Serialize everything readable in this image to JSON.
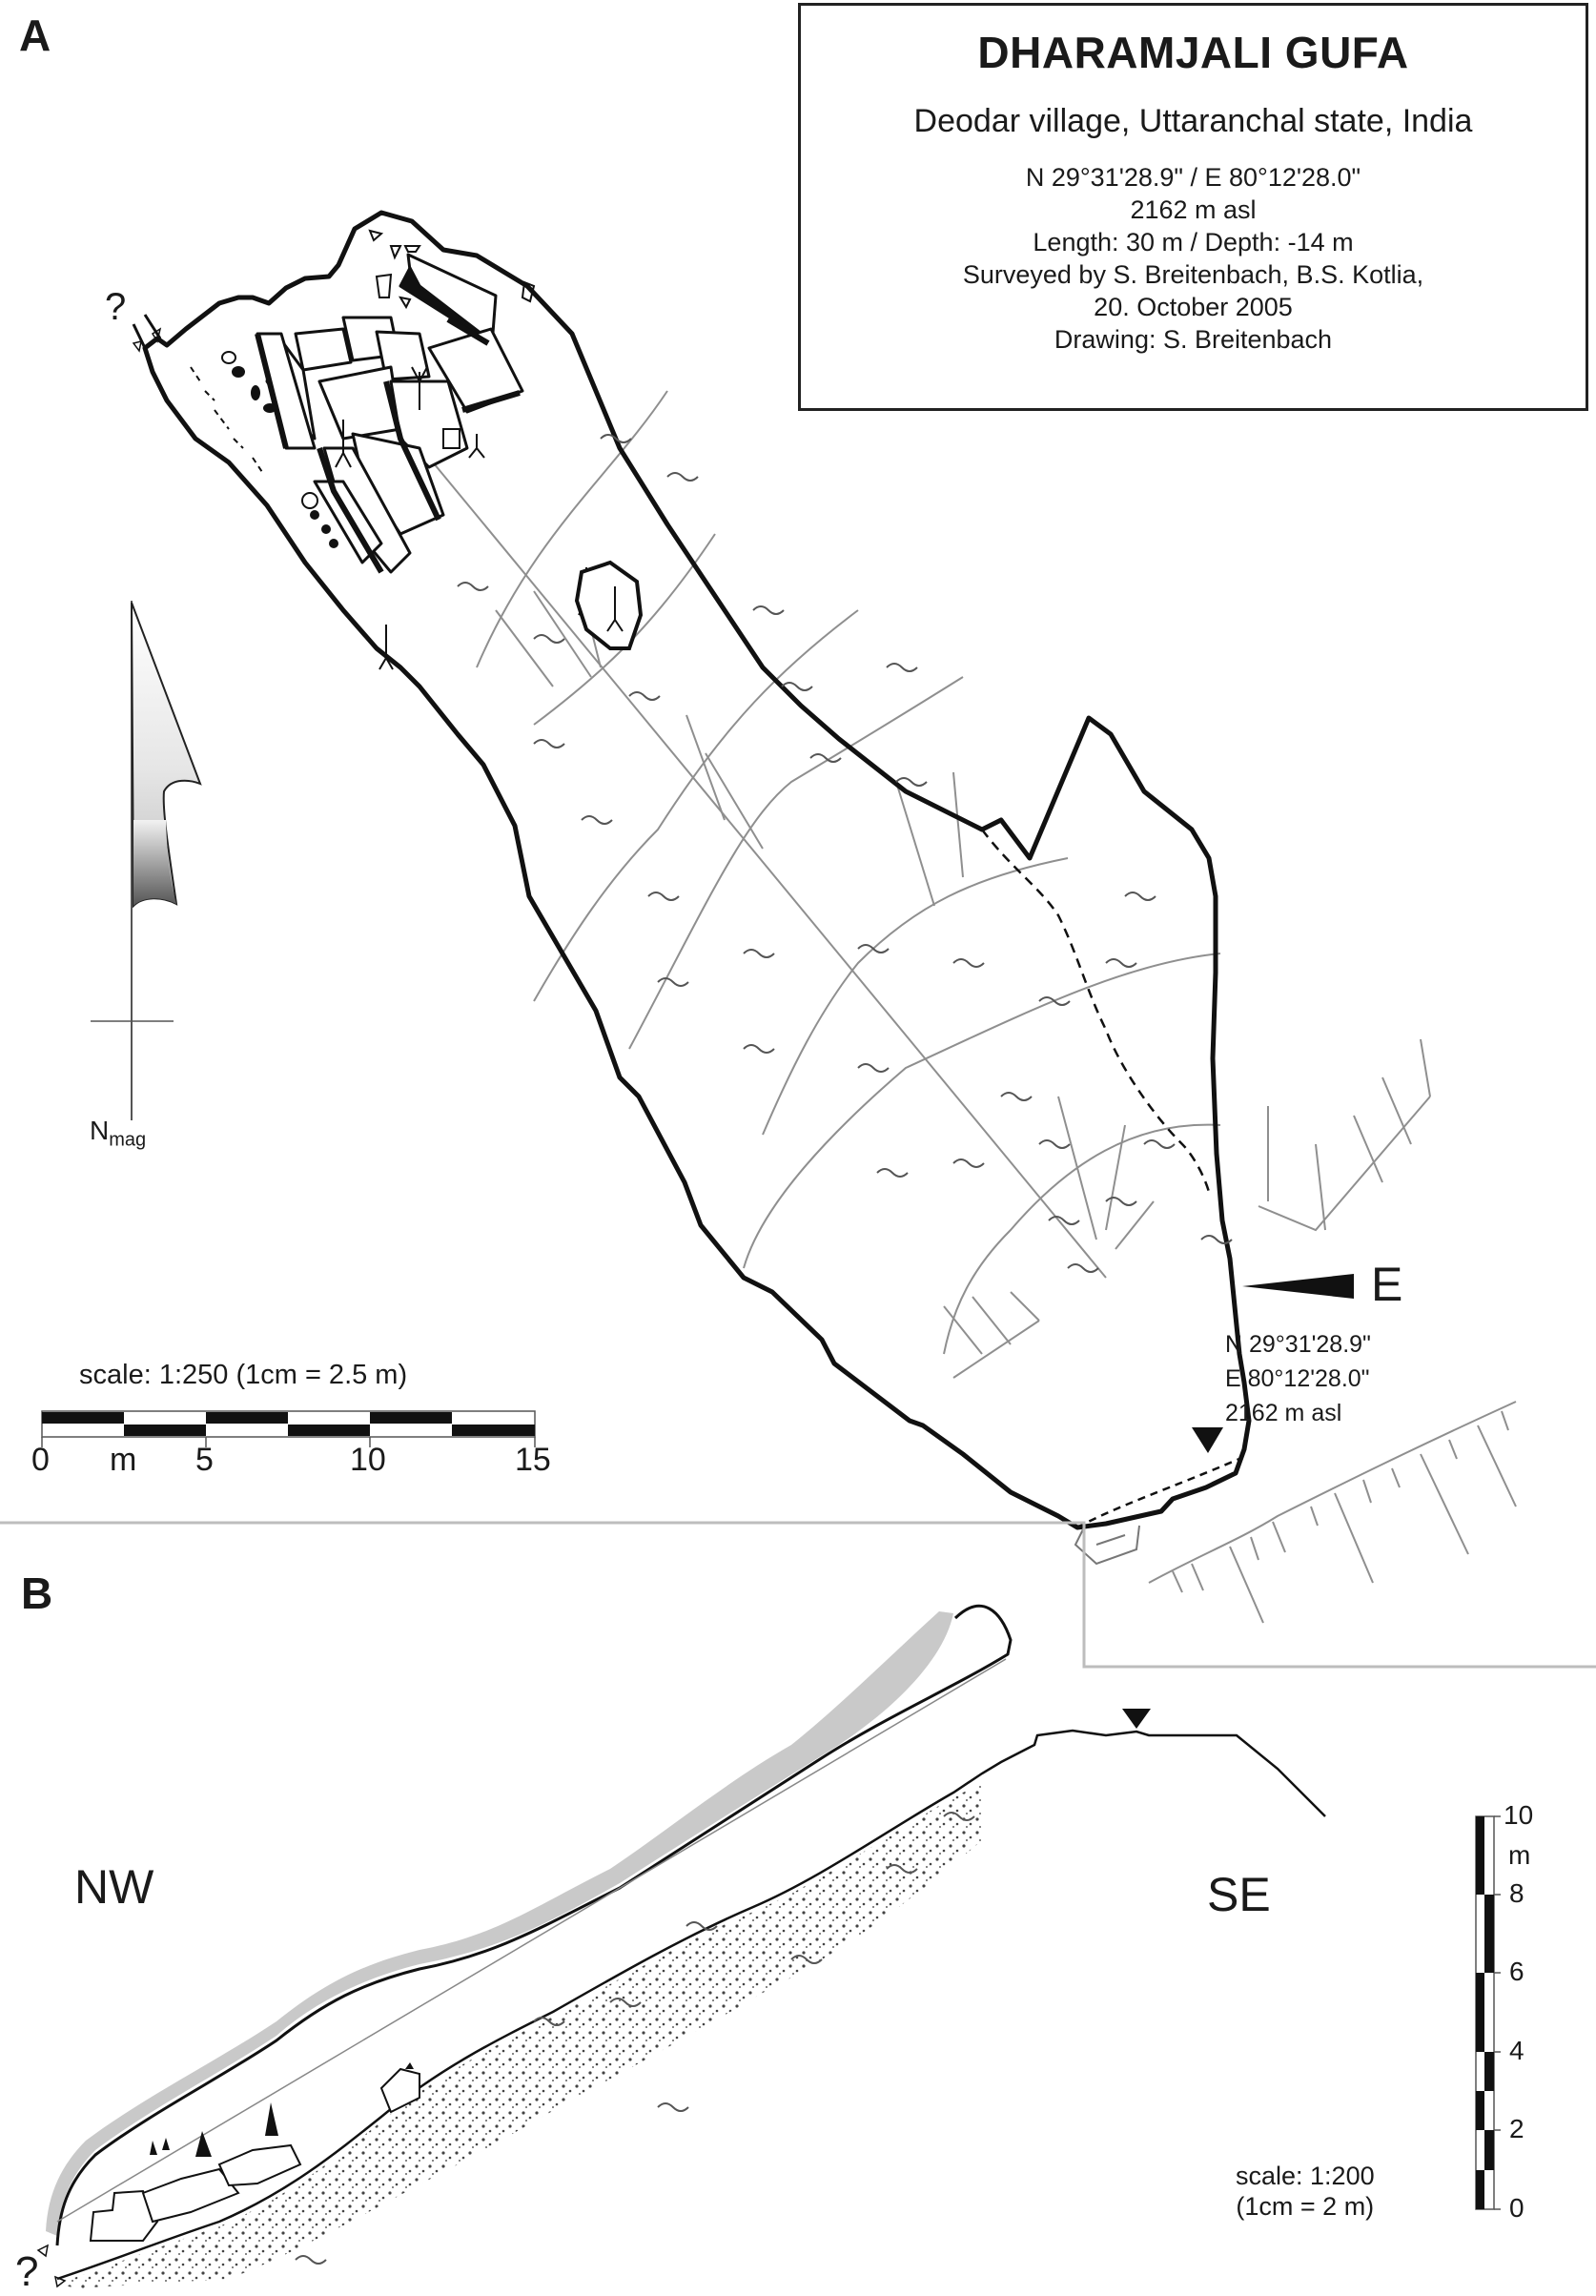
{
  "figure": {
    "panel_a_label": "A",
    "panel_b_label": "B"
  },
  "info_box": {
    "title": "DHARAMJALI GUFA",
    "location": "Deodar village, Uttaranchal state, India",
    "coordinates": "N 29°31'28.9\" / E 80°12'28.0\"",
    "altitude": "2162 m asl",
    "dimensions": "Length: 30 m / Depth: -14 m",
    "surveyed_by": "Surveyed by S. Breitenbach, B.S. Kotlia,",
    "date": "20. October 2005",
    "drawing": "Drawing: S. Breitenbach"
  },
  "plan_view": {
    "north_arrow": {
      "label": "N",
      "subscript": "mag"
    },
    "unknown_marker": "?",
    "direction_arrow": {
      "label": "E"
    },
    "entrance_coordinates": {
      "lat": "N 29°31'28.9\"",
      "lon": "E 80°12'28.0\"",
      "alt": "2162 m asl"
    },
    "scale_bar": {
      "title": "scale: 1:250 (1cm = 2.5 m)",
      "ticks": [
        "0",
        "m",
        "5",
        "10",
        "15"
      ]
    }
  },
  "profile_view": {
    "left_label": "NW",
    "right_label": "SE",
    "unknown_marker": "?",
    "scale_bar": {
      "ticks": [
        "10",
        "m",
        "8",
        "6",
        "4",
        "2",
        "0"
      ],
      "title_line1": "scale: 1:200",
      "title_line2": "(1cm = 2 m)"
    }
  },
  "colors": {
    "ink": "#1a1a1a",
    "survey_line": "#8a8a8a",
    "rock_shade": "#c8c8c8",
    "frame": "#bdbdbd"
  }
}
